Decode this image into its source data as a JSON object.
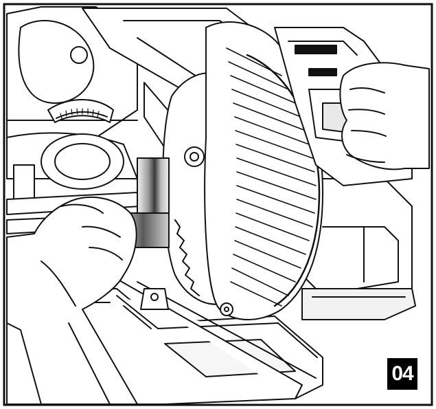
{
  "step": {
    "number": "04"
  },
  "colors": {
    "line": "#111111",
    "paper": "#ffffff",
    "shade": "#d9d9d9",
    "badge_bg": "#000000",
    "badge_text": "#ffffff"
  },
  "icons": [
    "miter-saw",
    "blade",
    "square-gauge",
    "hand",
    "bevel-scale"
  ]
}
